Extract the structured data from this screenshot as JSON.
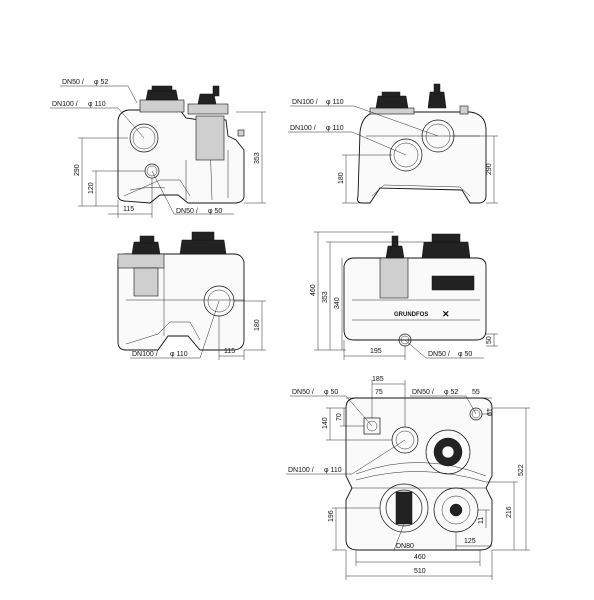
{
  "views": {
    "front_left": {
      "labels": {
        "dn50_a": "DN50 /",
        "phi52": "φ 52",
        "dn100": "DN100 /",
        "phi110": "φ 110",
        "dn50_b": "DN50 /",
        "phi50": "φ 50"
      },
      "dims": {
        "h290": "290",
        "h120": "120",
        "w115": "115",
        "h353": "353"
      }
    },
    "front_right": {
      "labels": {
        "dn100_a": "DN100 /",
        "phi110_a": "φ 110",
        "dn100_b": "DN100 /",
        "phi110_b": "φ 110"
      },
      "dims": {
        "h180": "180",
        "h290": "290"
      }
    },
    "side_left": {
      "labels": {
        "dn100": "DN100 /",
        "phi110": "φ 110"
      },
      "dims": {
        "h180": "180",
        "w115": "115"
      }
    },
    "side_right": {
      "labels": {
        "dn50": "DN50 /",
        "phi50": "φ 50",
        "brand": "GRUNDFOS"
      },
      "dims": {
        "h460": "460",
        "h353": "353",
        "h340": "340",
        "w195": "195",
        "h50": "50"
      }
    },
    "top": {
      "labels": {
        "dn50_a": "DN50 /",
        "phi50": "φ 50",
        "dn50_b": "DN50 /",
        "phi52": "φ 52",
        "dn100": "DN100 /",
        "phi110": "φ 110",
        "dn80": "DN80"
      },
      "dims": {
        "w185": "185",
        "w75": "75",
        "w55": "55",
        "h70": "70",
        "h140": "140",
        "h61": "61",
        "h522": "522",
        "h196": "196",
        "h216": "216",
        "h11": "11",
        "w125": "125",
        "w460": "460",
        "w510": "510"
      }
    }
  }
}
